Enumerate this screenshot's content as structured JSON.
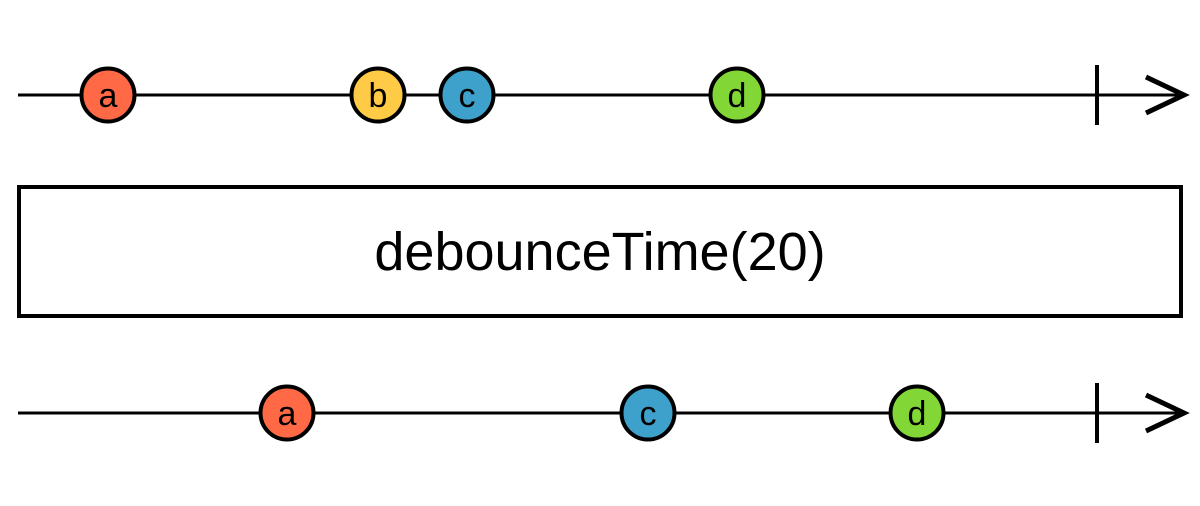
{
  "operator_box": {
    "label": "debounceTime(20)"
  },
  "colors": {
    "stroke": "#000000",
    "background": "#ffffff",
    "marble_a": "#FF6946",
    "marble_b": "#FFCB46",
    "marble_c": "#3EA1CB",
    "marble_d": "#82D736"
  },
  "source_stream": {
    "marbles": [
      {
        "label": "a",
        "color": "#FF6946"
      },
      {
        "label": "b",
        "color": "#FFCB46"
      },
      {
        "label": "c",
        "color": "#3EA1CB"
      },
      {
        "label": "d",
        "color": "#82D736"
      }
    ]
  },
  "output_stream": {
    "marbles": [
      {
        "label": "a",
        "color": "#FF6946"
      },
      {
        "label": "c",
        "color": "#3EA1CB"
      },
      {
        "label": "d",
        "color": "#82D736"
      }
    ]
  }
}
